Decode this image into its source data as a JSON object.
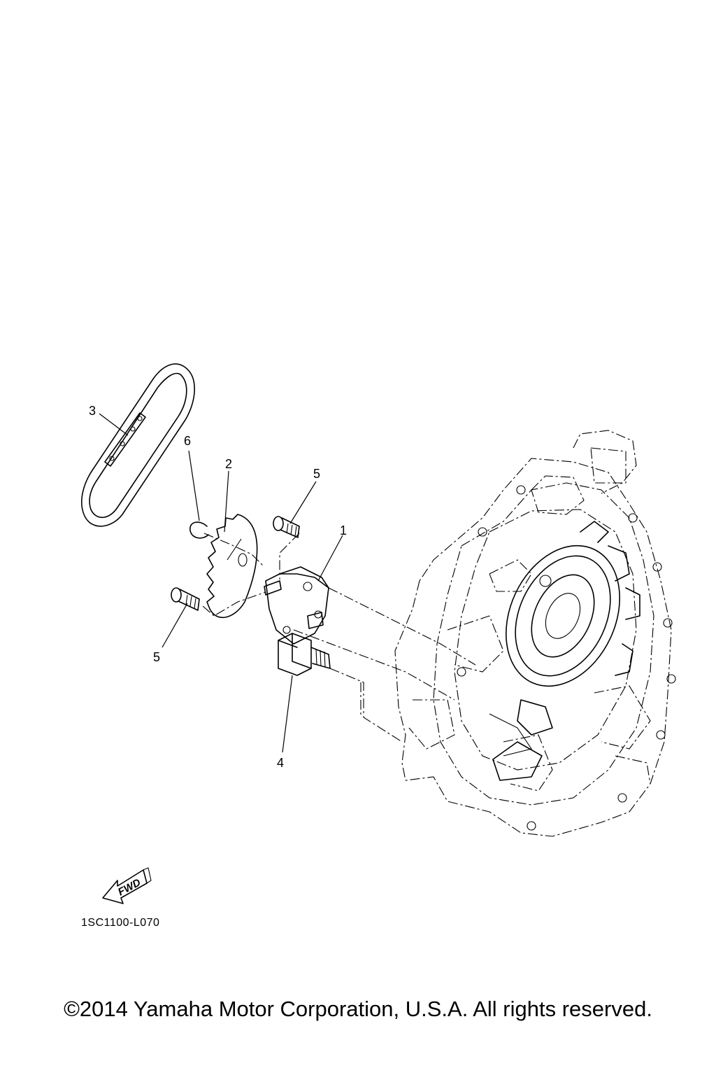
{
  "callouts": {
    "c1": "1",
    "c2": "2",
    "c3": "3",
    "c4": "4",
    "c5a": "5",
    "c5b": "5",
    "c6": "6"
  },
  "fwd_label": "FWD",
  "drawing_code": "1SC1100-L070",
  "copyright": "©2014 Yamaha Motor Corporation, U.S.A. All rights reserved."
}
